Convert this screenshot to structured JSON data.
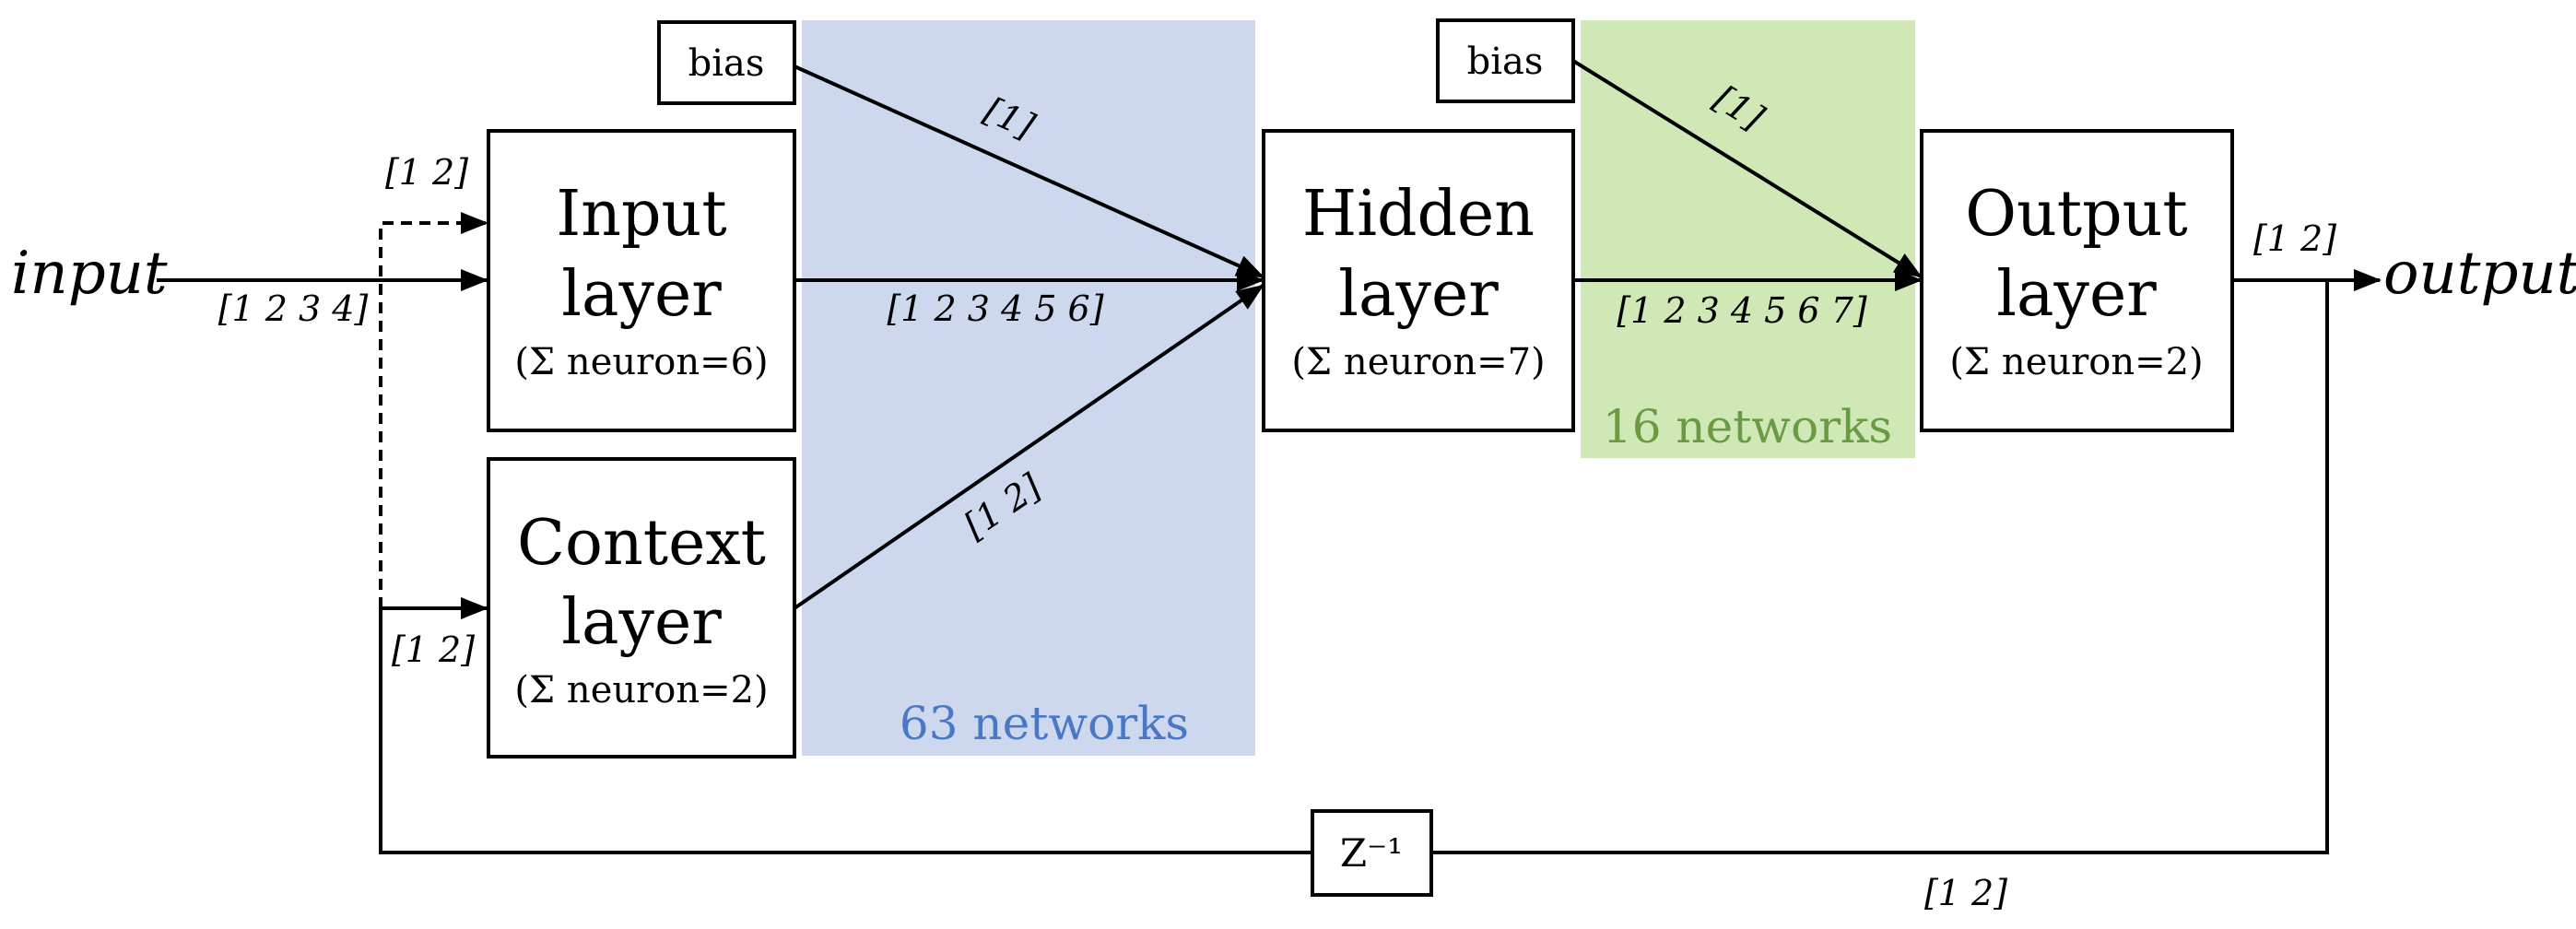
{
  "colors": {
    "blue_region": "#cdd8ef",
    "green_region": "#cfe8b5",
    "blue_text": "#4a78c6",
    "green_text": "#6a9a44",
    "ink": "#000000"
  },
  "regions": {
    "blue_label": "63 networks",
    "green_label": "16 networks"
  },
  "layers": {
    "input": {
      "line1": "Input",
      "line2": "layer",
      "neurons": "(Σ neuron=6)"
    },
    "context": {
      "line1": "Context",
      "line2": "layer",
      "neurons": "(Σ neuron=2)"
    },
    "hidden": {
      "line1": "Hidden",
      "line2": "layer",
      "neurons": "(Σ neuron=7)"
    },
    "output": {
      "line1": "Output",
      "line2": "layer",
      "neurons": "(Σ neuron=2)"
    }
  },
  "bias": {
    "left": "bias",
    "right": "bias"
  },
  "delay": {
    "label": "Z⁻¹"
  },
  "io": {
    "input": "input",
    "output": "output"
  },
  "delays": {
    "input_signal": "[1 2 3 4]",
    "input_feedback_top": "[1 2]",
    "context_feedback": "[1 2]",
    "bias_to_hidden": "[1]",
    "input_to_hidden": "[1 2 3 4 5 6]",
    "context_to_hidden": "[1 2]",
    "bias_to_output": "[1]",
    "hidden_to_output": "[1 2 3 4 5 6 7]",
    "output_signal": "[1 2]",
    "feedback_bottom": "[1 2]"
  }
}
